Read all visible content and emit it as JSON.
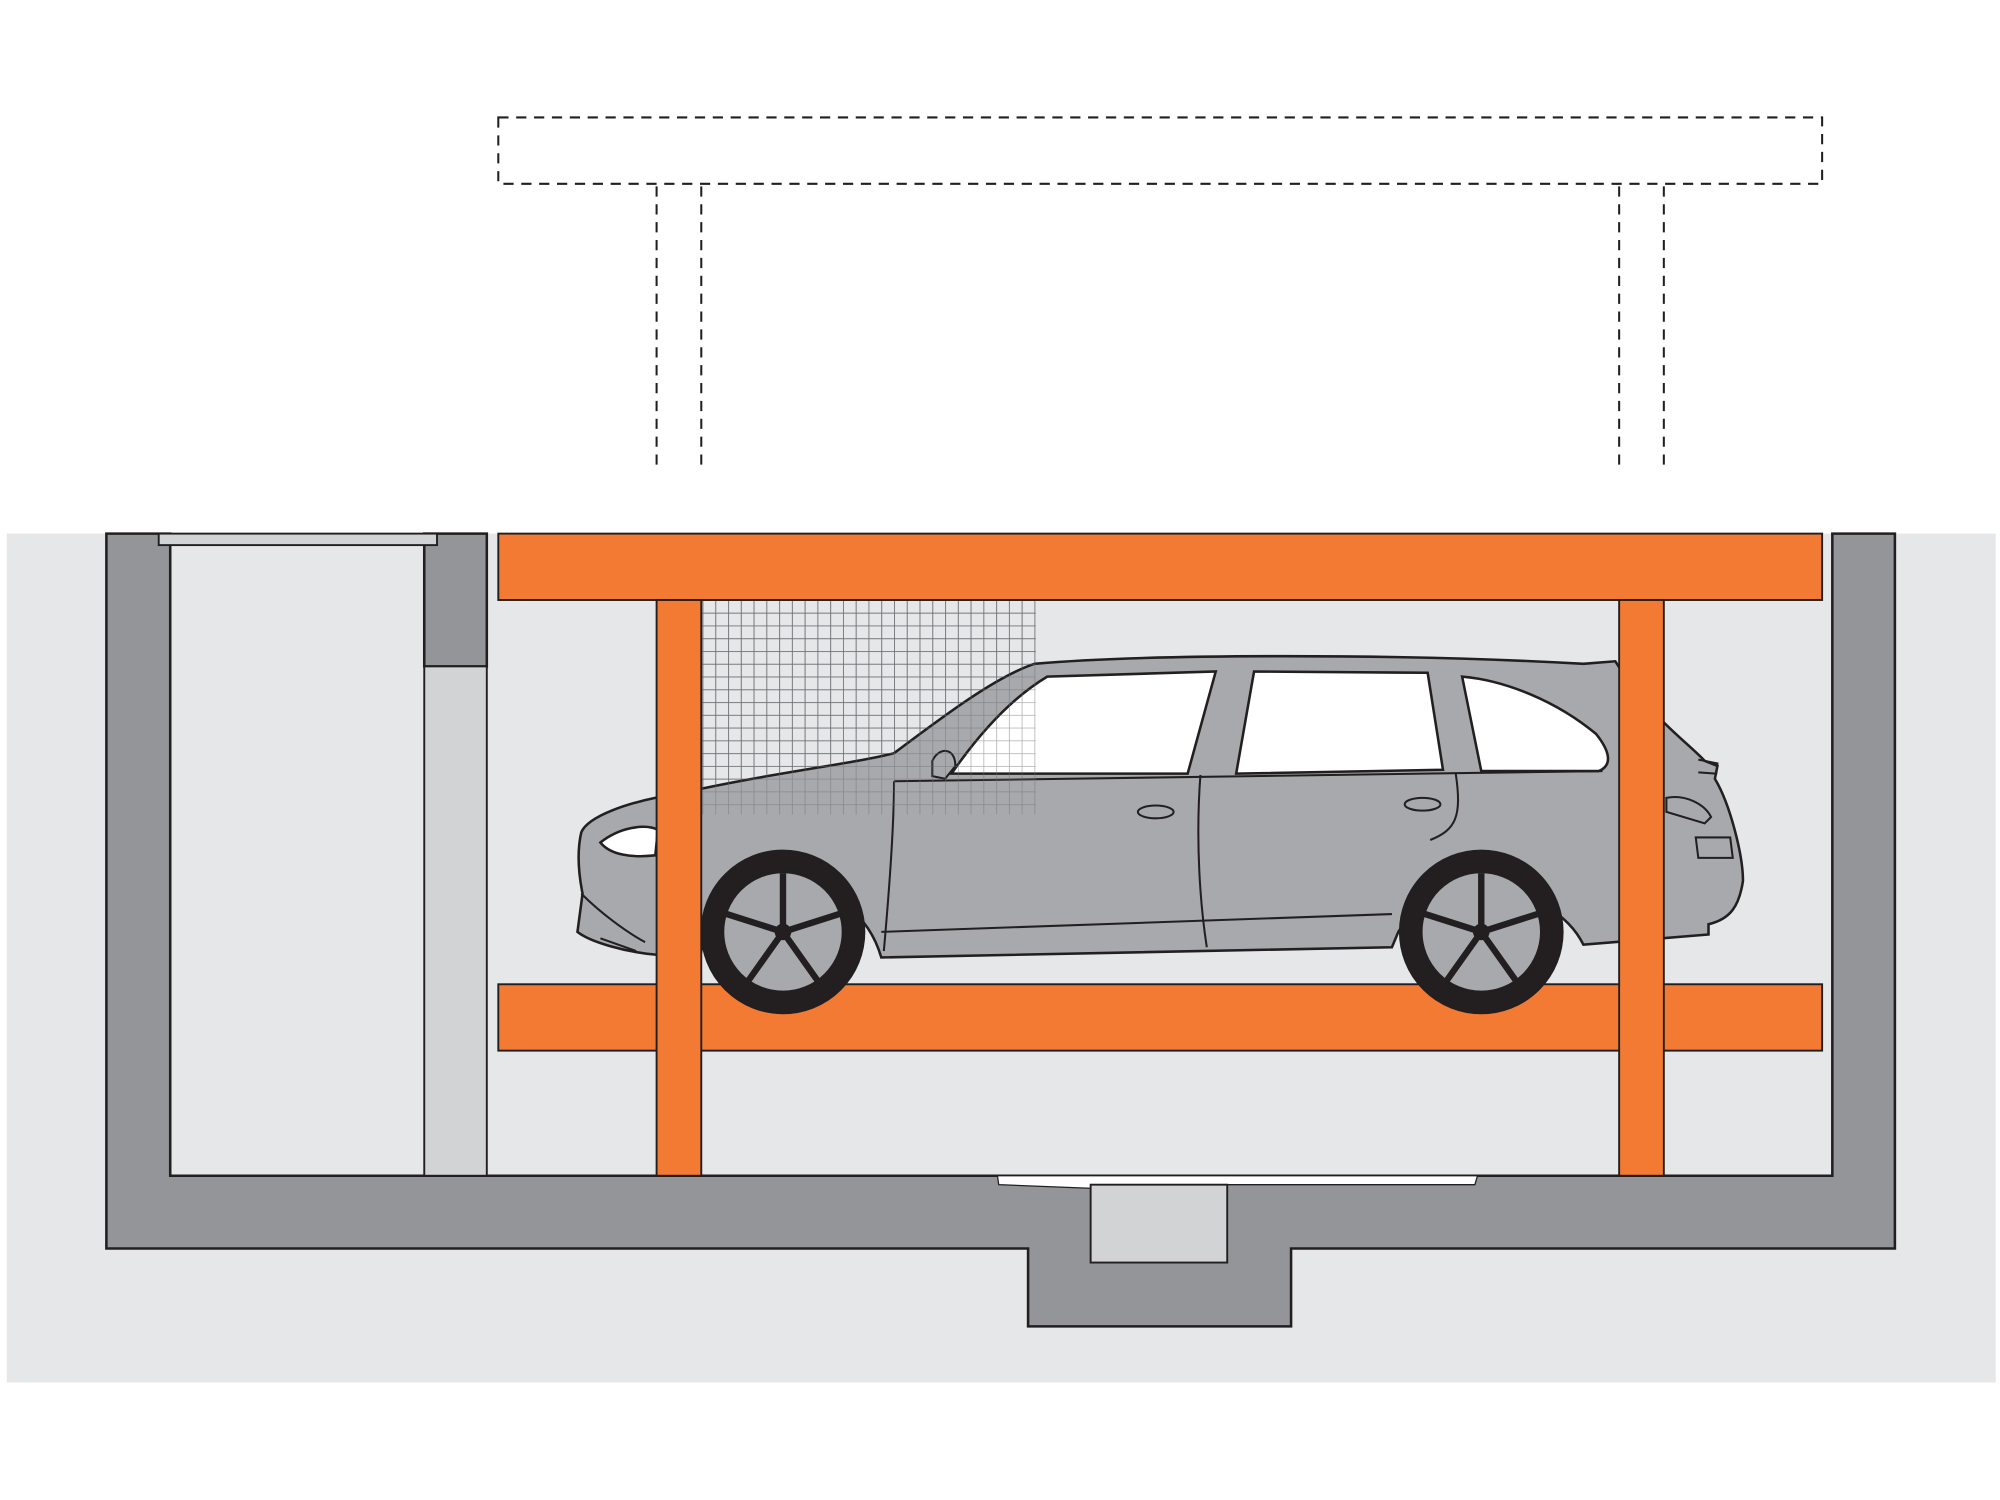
{
  "diagram": {
    "subject": "underground-car-parking-lift",
    "colors": {
      "ground": "#e6e7e8",
      "concrete": "#939598",
      "concrete_light": "#d1d3d4",
      "steel": "#f37a32",
      "car_body": "#a7a9ac",
      "tire": "#231f20",
      "outline": "#231f20",
      "window": "#ffffff"
    },
    "icons": {
      "car": "car-icon",
      "raised_position": "dashed-outline",
      "safety_mesh": "grid-mesh"
    }
  }
}
